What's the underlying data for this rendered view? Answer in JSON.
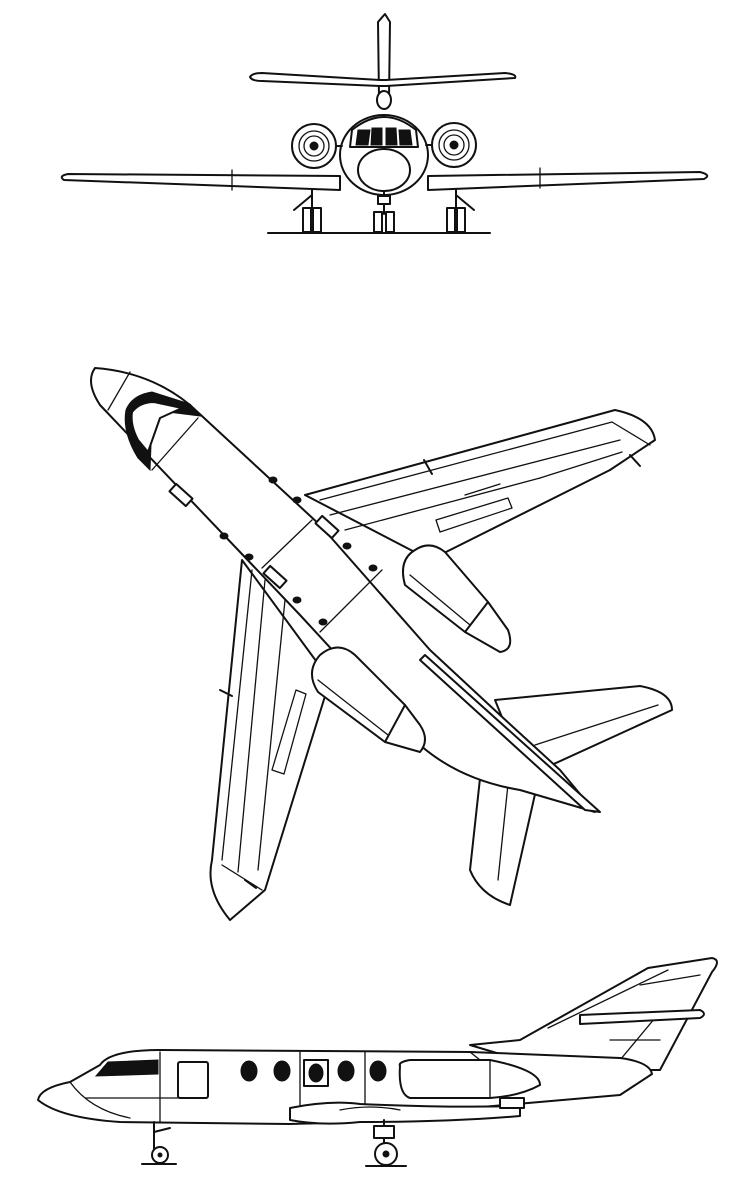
{
  "drawing": {
    "kind": "three-view line drawing",
    "colors": {
      "ink": "#111111",
      "paper": "#ffffff"
    },
    "views": [
      "front",
      "top",
      "side"
    ]
  }
}
